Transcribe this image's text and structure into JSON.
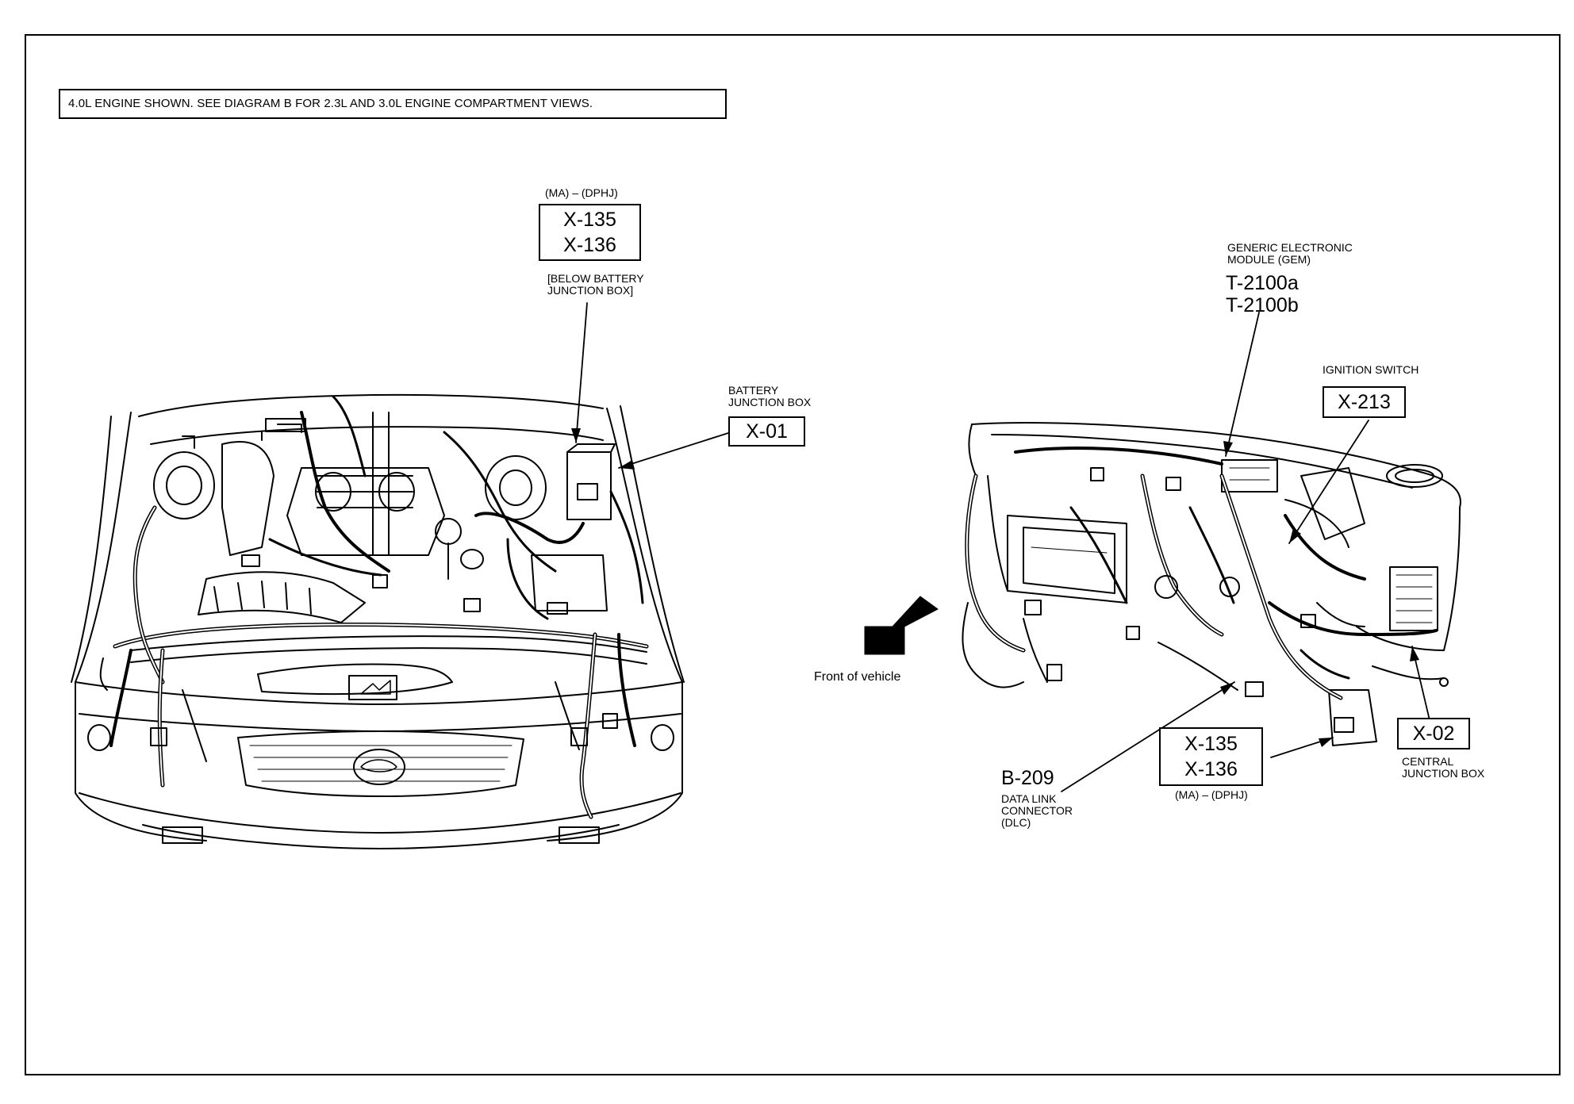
{
  "note": "4.0L ENGINE SHOWN. SEE DIAGRAM B FOR 2.3L AND 3.0L ENGINE COMPARTMENT VIEWS.",
  "engine_view": {
    "top_connector": {
      "qualifier": "(MA) – (DPHJ)",
      "codes": [
        "X-135",
        "X-136"
      ],
      "location_line1": "[BELOW BATTERY",
      "location_line2": "JUNCTION BOX]"
    },
    "battery_junction_box": {
      "label_line1": "BATTERY",
      "label_line2": "JUNCTION BOX",
      "code": "X-01"
    }
  },
  "interior_view": {
    "gem": {
      "label_line1": "GENERIC ELECTRONIC",
      "label_line2": "MODULE (GEM)",
      "code1": "T-2100a",
      "code2": "T-2100b"
    },
    "ignition_switch": {
      "label": "IGNITION SWITCH",
      "code": "X-213"
    },
    "front_of_vehicle": "Front of vehicle",
    "dlc": {
      "code": "B-209",
      "label_line1": "DATA LINK",
      "label_line2": "CONNECTOR",
      "label_line3": "(DLC)"
    },
    "bottom_connector": {
      "codes": [
        "X-135",
        "X-136"
      ],
      "qualifier": "(MA) – (DPHJ)"
    },
    "central_junction_box": {
      "code": "X-02",
      "label_line1": "CENTRAL",
      "label_line2": "JUNCTION BOX"
    }
  },
  "colors": {
    "ink": "#000000",
    "paper": "#ffffff"
  }
}
